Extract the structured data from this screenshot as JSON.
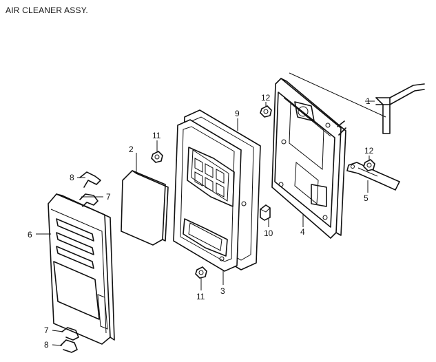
{
  "diagram": {
    "title": "AIR CLEANER ASSY.",
    "callouts": {
      "c1": "1",
      "c2": "2",
      "c3": "3",
      "c4": "4",
      "c5": "5",
      "c6": "6",
      "c7a": "7",
      "c7b": "7",
      "c8a": "8",
      "c8b": "8",
      "c9": "9",
      "c10": "10",
      "c11a": "11",
      "c11b": "11",
      "c12a": "12",
      "c12b": "12"
    }
  }
}
